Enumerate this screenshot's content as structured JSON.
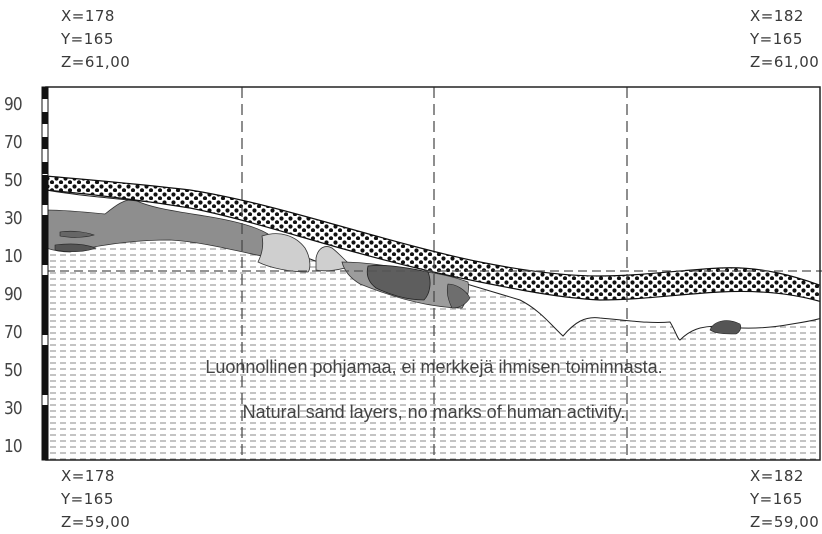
{
  "corners": {
    "top_left": {
      "x": "X=178",
      "y": "Y=165",
      "z": "Z=61,00"
    },
    "top_right": {
      "x": "X=182",
      "y": "Y=165",
      "z": "Z=61,00"
    },
    "bottom_left": {
      "x": "X=178",
      "y": "Y=165",
      "z": "Z=59,00"
    },
    "bottom_right": {
      "x": "X=182",
      "y": "Y=165",
      "z": "Z=59,00"
    }
  },
  "scale_ticks": [
    "90",
    "70",
    "50",
    "30",
    "10",
    "90",
    "70",
    "50",
    "30",
    "10"
  ],
  "captions": {
    "finnish": "Luonnollinen pohjamaa, ei merkkejä ihmisen toiminnasta.",
    "english": "Natural sand  layers, no marks of human activity."
  },
  "colors": {
    "dark_layer": "#6e6e6e",
    "mid_layer": "#9a9a9a",
    "light_layer": "#c8c8c8",
    "sand_hatch": "#8a8a8a",
    "ink": "#1a1a1a"
  }
}
